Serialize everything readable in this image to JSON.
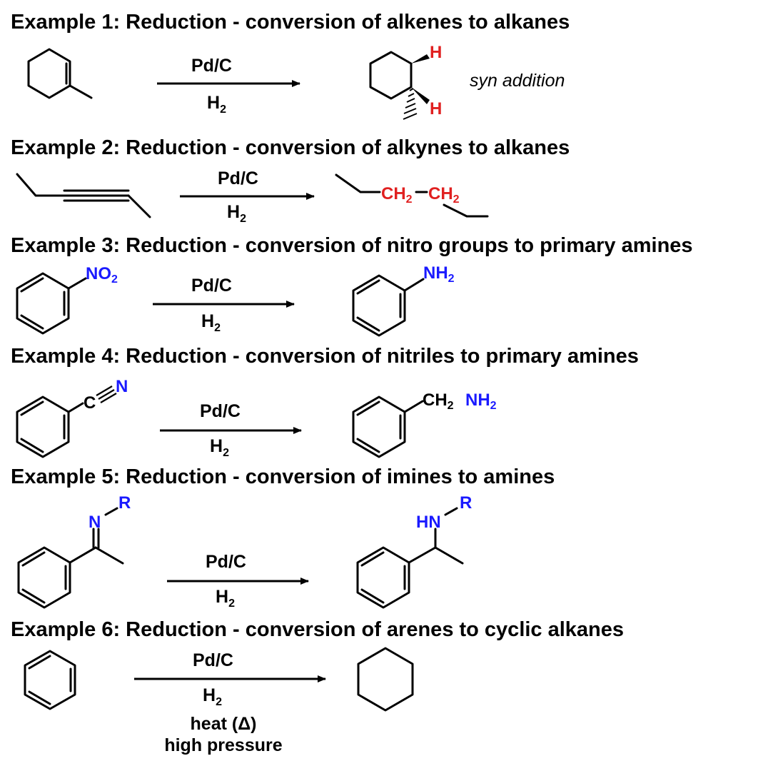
{
  "colors": {
    "heteroatom": "#1a1aff",
    "added_hydrogen": "#e02020",
    "text": "#000000"
  },
  "examples": [
    {
      "title": "Example 1: Reduction - conversion of alkenes to alkanes",
      "reagent_top": "Pd/C",
      "reagent_bottom": "H",
      "reagent_bottom_sub": "2",
      "note": "syn addition",
      "product_H1": "H",
      "product_H2": "H"
    },
    {
      "title": "Example 2: Reduction - conversion of alkynes to alkanes",
      "reagent_top": "Pd/C",
      "reagent_bottom": "H",
      "reagent_bottom_sub": "2",
      "product_ch2_a": "CH",
      "product_ch2_a_sub": "2",
      "product_ch2_b": "CH",
      "product_ch2_b_sub": "2"
    },
    {
      "title": "Example 3: Reduction - conversion of nitro groups to primary amines",
      "reagent_top": "Pd/C",
      "reagent_bottom": "H",
      "reagent_bottom_sub": "2",
      "reactant_group": "NO",
      "reactant_group_sub": "2",
      "product_group": "NH",
      "product_group_sub": "2"
    },
    {
      "title": "Example 4: Reduction - conversion of nitriles to primary amines",
      "reagent_top": "Pd/C",
      "reagent_bottom": "H",
      "reagent_bottom_sub": "2",
      "reactant_C": "C",
      "reactant_N": "N",
      "product_CH": "CH",
      "product_CH_sub": "2",
      "product_NH": "NH",
      "product_NH_sub": "2"
    },
    {
      "title": "Example 5: Reduction - conversion of imines to amines",
      "reagent_top": "Pd/C",
      "reagent_bottom": "H",
      "reagent_bottom_sub": "2",
      "reactant_N": "N",
      "reactant_R": "R",
      "product_HN": "HN",
      "product_R": "R"
    },
    {
      "title": "Example 6: Reduction - conversion of arenes to cyclic alkanes",
      "reagent_top": "Pd/C",
      "reagent_bottom": "H",
      "reagent_bottom_sub": "2",
      "reagent_line3": "heat (Δ)",
      "reagent_line4": "high pressure"
    }
  ]
}
